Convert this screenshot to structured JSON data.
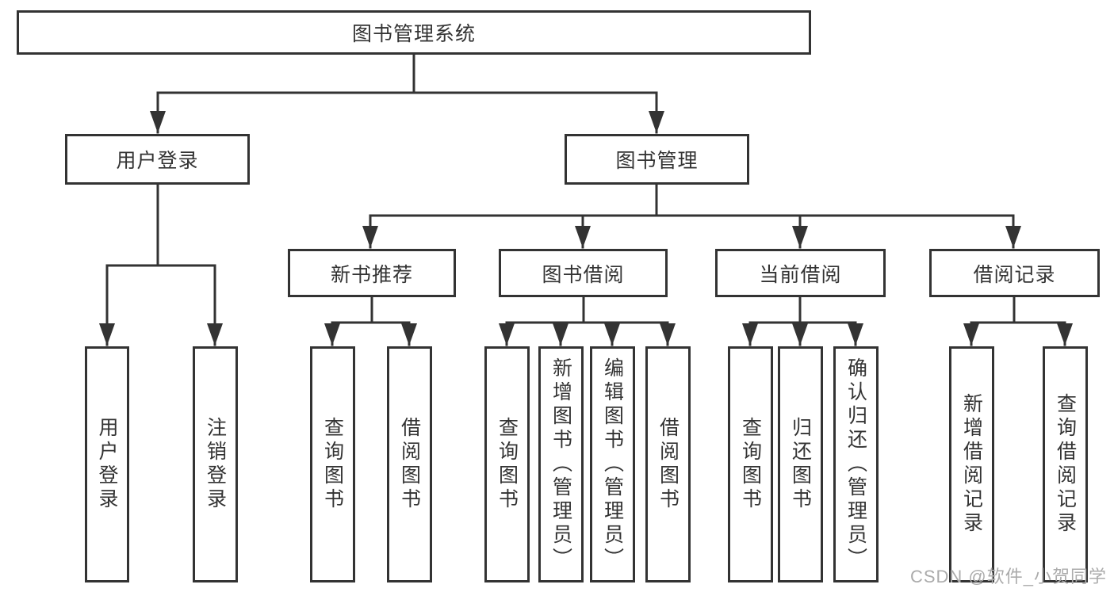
{
  "diagram_title": "图书管理系统",
  "colors": {
    "line": "#333333",
    "text": "#333333",
    "box_background": "#ffffff",
    "page_background": "#ffffff",
    "watermark": "#ababab"
  },
  "nodes": {
    "root": "图书管理系统",
    "level2": [
      "用户登录",
      "图书管理"
    ],
    "level3": [
      "新书推荐",
      "图书借阅",
      "当前借阅",
      "借阅记录"
    ],
    "leaves": [
      "用户登录",
      "注销登录",
      "查询图书",
      "借阅图书",
      "查询图书",
      "新增图书（管理员）",
      "编辑图书（管理员）",
      "借阅图书",
      "查询图书",
      "归还图书",
      "确认归还（管理员）",
      "新增借阅记录",
      "查询借阅记录"
    ]
  },
  "watermark": "CSDN @软件_小贺同学"
}
